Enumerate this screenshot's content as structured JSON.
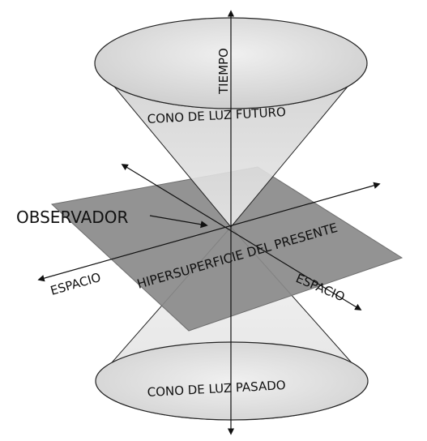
{
  "labels": {
    "time_axis": "TIEMPO",
    "future_cone": "CONO DE LUZ FUTURO",
    "observer": "OBSERVADOR",
    "present_hypersurface": "HIPERSUPERFICIE DEL PRESENTE",
    "space_left": "ESPACIO",
    "space_right": "ESPACIO",
    "past_cone": "CONO DE LUZ PASADO"
  },
  "colors": {
    "plane_fill": "#8a8a8a",
    "cone_fill": "#d4d4d4",
    "cone_rim_fill": "#e4e4e4",
    "line": "#111111"
  }
}
